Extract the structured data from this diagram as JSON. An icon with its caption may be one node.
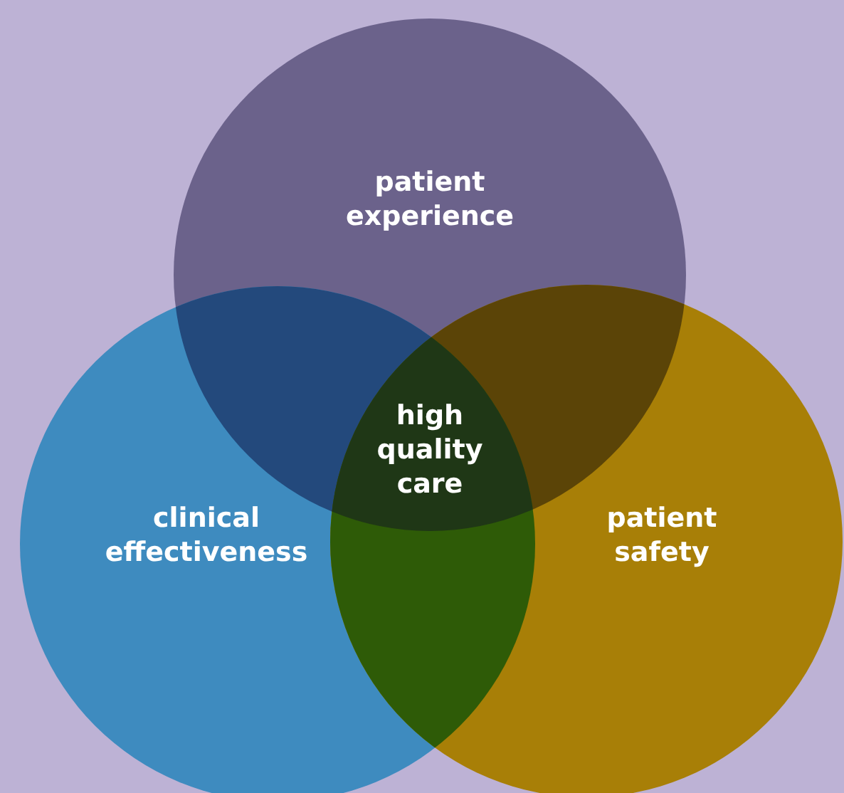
{
  "diagram": {
    "nodes": [
      {
        "text": [
          "patient experience"
        ]
      },
      {
        "text": [
          "clinical effectiveness"
        ]
      },
      {
        "text": [
          "patient safety"
        ]
      },
      {
        "text": [
          "high quality care"
        ]
      }
    ]
  }
}
